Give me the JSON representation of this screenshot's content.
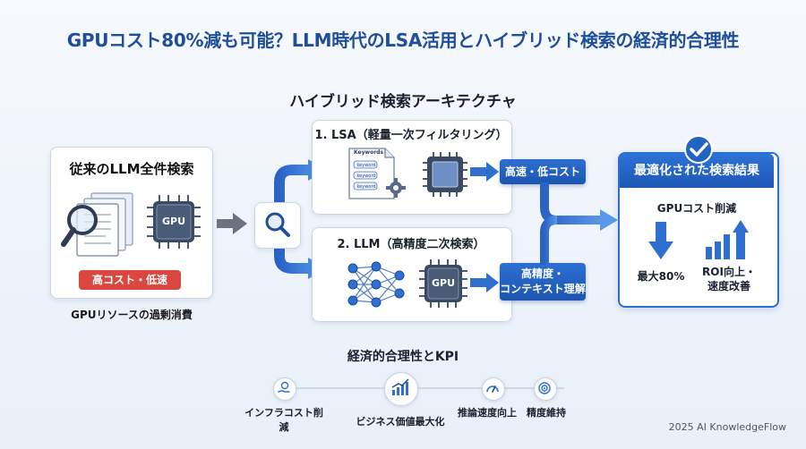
{
  "title": "GPUコスト80%減も可能？LLM時代のLSA活用とハイブリッド検索の経済的合理性",
  "architecture_title": "ハイブリッド検索アーキテクチャ",
  "traditional": {
    "title": "従来のLLM全件検索",
    "chip_label": "GPU",
    "badge": "高コスト・低速",
    "caption": "GPUリソースの過剰消費"
  },
  "lsa": {
    "title": "1. LSA（軽量一次フィルタリング）",
    "doc_heading": "Keywords",
    "doc_tags": [
      "keyword",
      "keyword",
      "keyword"
    ],
    "result_label": "高速・低コスト"
  },
  "llm": {
    "title": "2. LLM（高精度二次検索）",
    "chip_label": "GPU",
    "result_label_line1": "高精度・",
    "result_label_line2": "コンテキスト理解"
  },
  "result": {
    "header": "最適化された検索結果",
    "subtitle": "GPUコスト削減",
    "left_caption": "最大80%",
    "right_caption_line1": "ROI向上・",
    "right_caption_line2": "速度改善"
  },
  "kpi": {
    "title": "経済的合理性とKPI",
    "items": [
      "インフラコスト削減",
      "ビジネス価値最大化",
      "推論速度向上",
      "精度維持"
    ]
  },
  "footer": "2025 AI KnowledgeFlow",
  "colors": {
    "accent": "#1e5bb8",
    "title_blue": "#1e4e9c",
    "badge_red": "#d9473f",
    "arrow_gray": "#6b7280"
  }
}
